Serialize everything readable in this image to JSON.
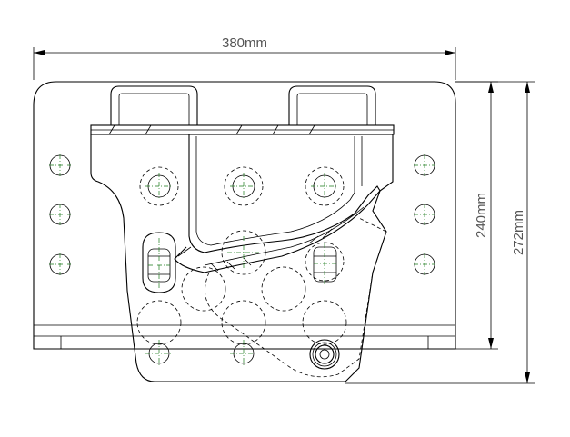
{
  "dimensions": {
    "width_label": "380mm",
    "height_inner_label": "240mm",
    "height_outer_label": "272mm"
  },
  "colors": {
    "line": "#000000",
    "centerline": "#1a7a1a",
    "dimension_text": "#555555"
  }
}
